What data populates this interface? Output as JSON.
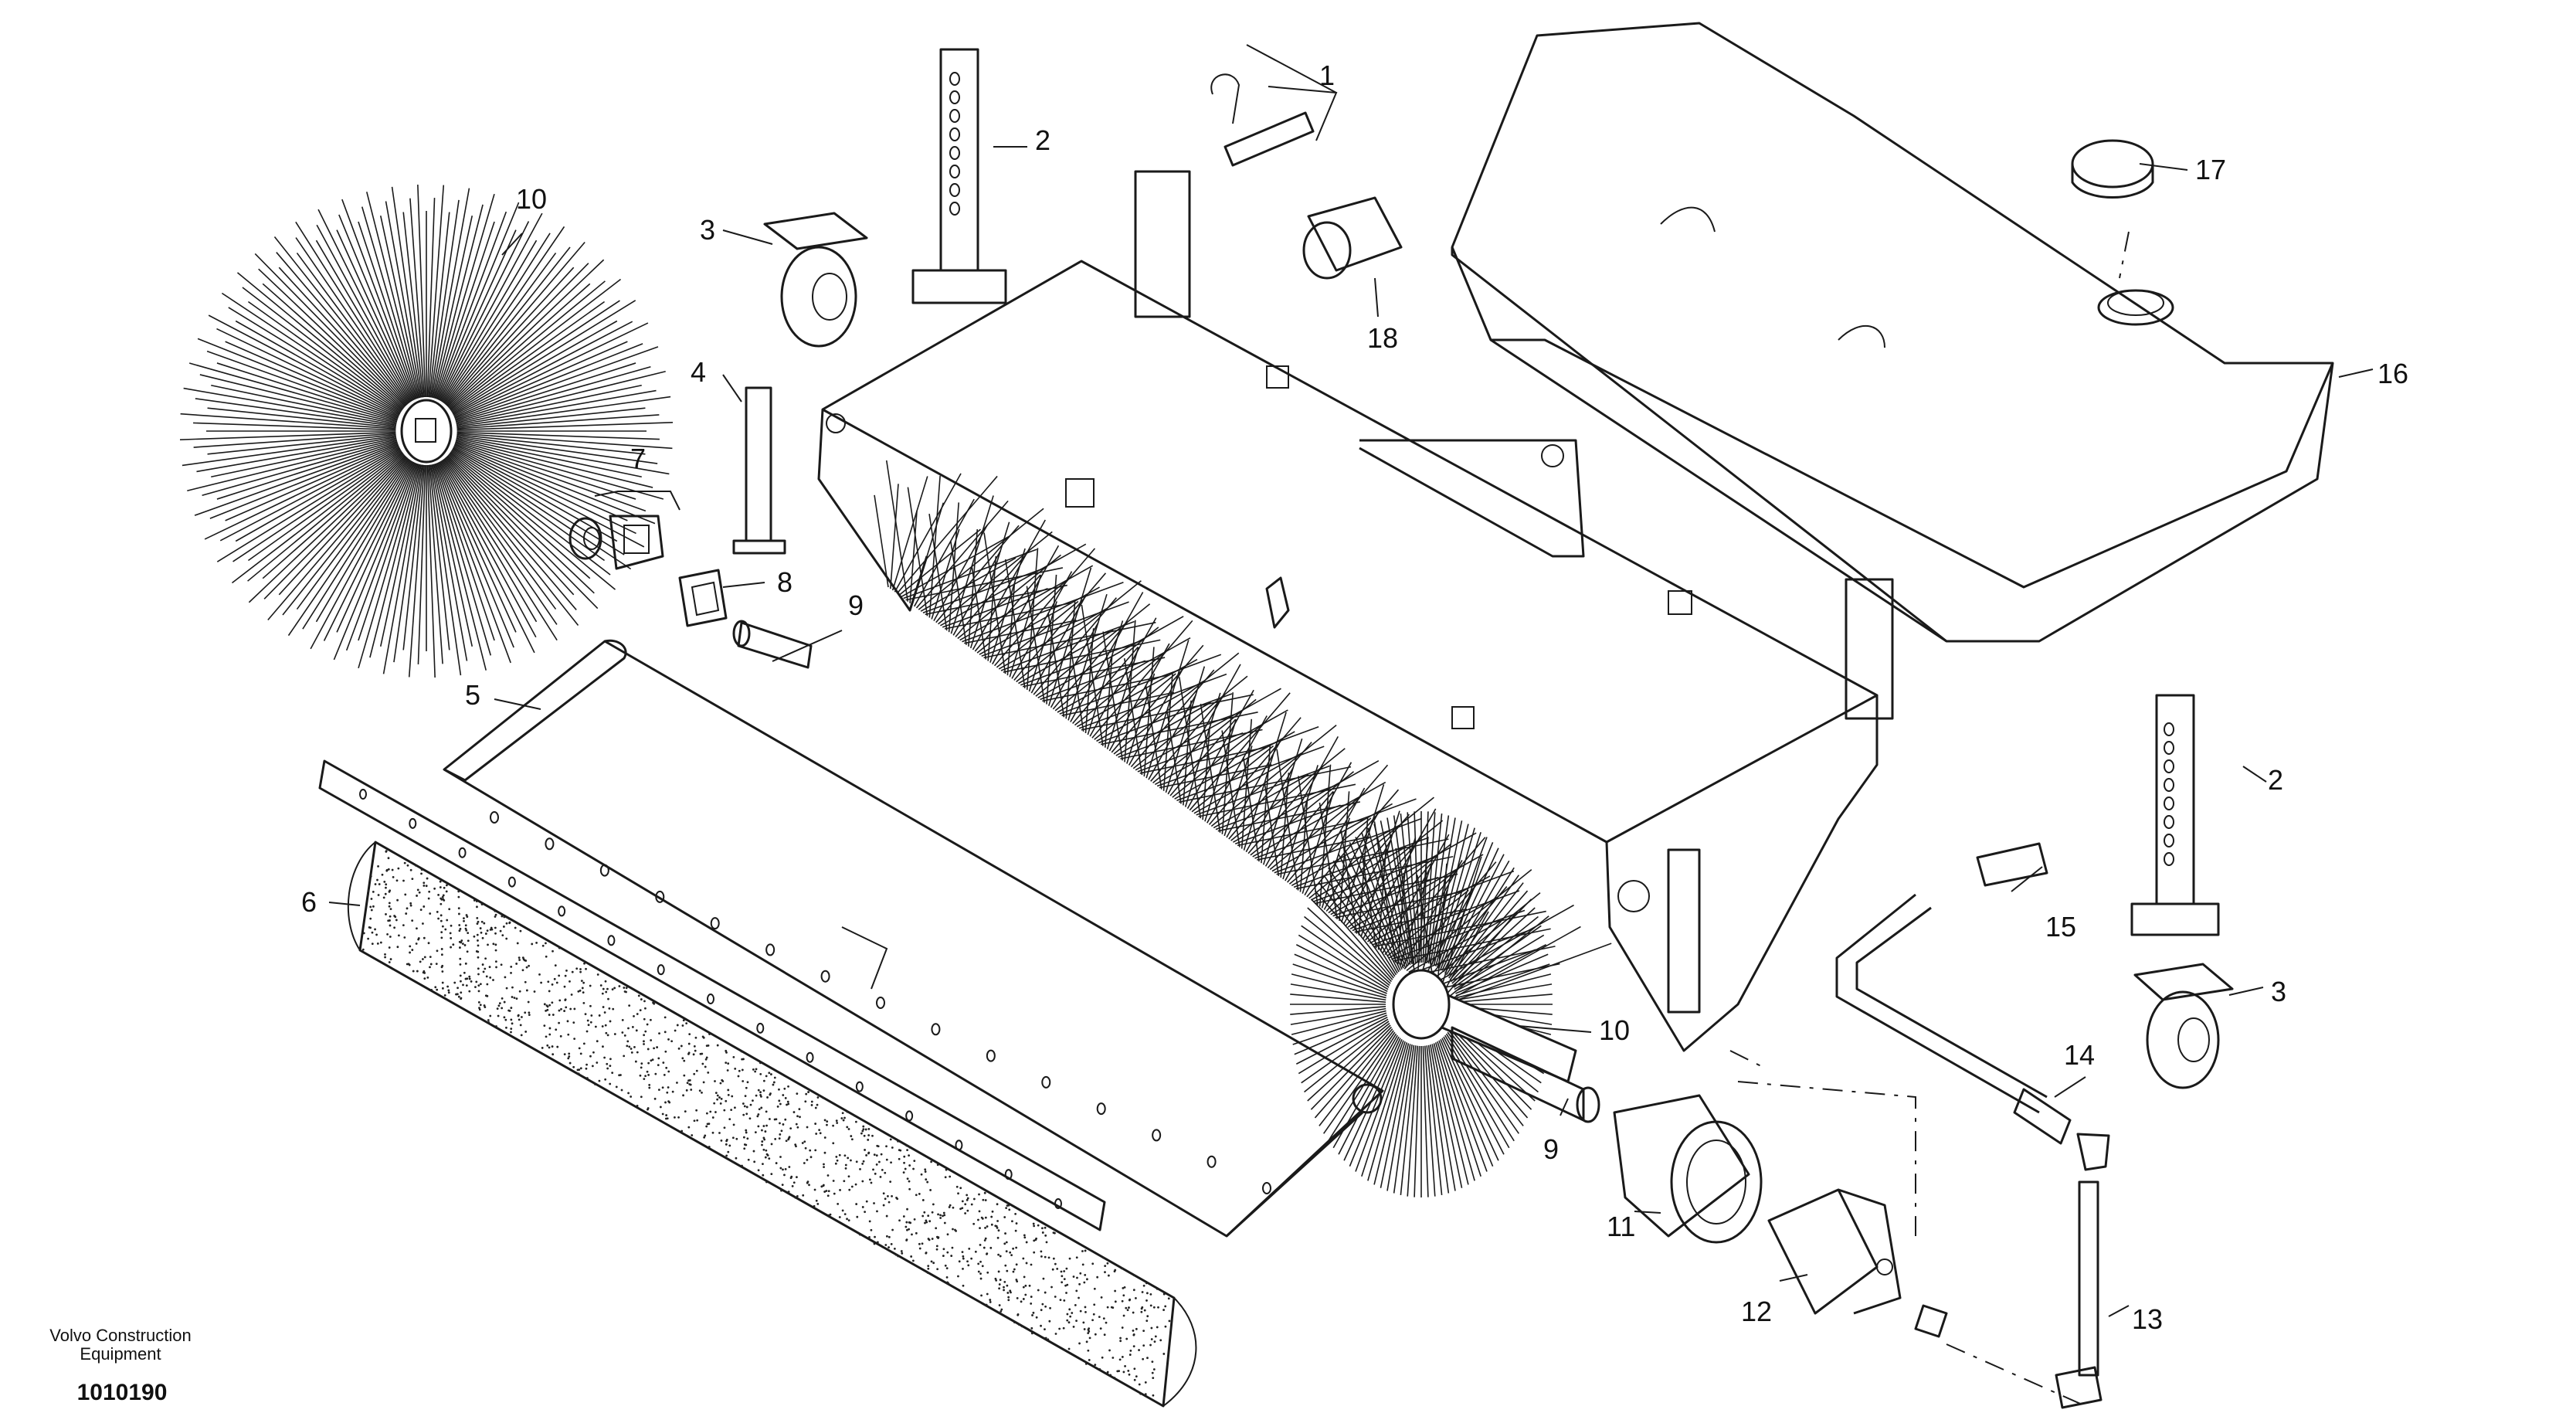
{
  "diagram": {
    "callouts": [
      {
        "id": "c1",
        "label": "1"
      },
      {
        "id": "c2a",
        "label": "2"
      },
      {
        "id": "c2b",
        "label": "2"
      },
      {
        "id": "c3a",
        "label": "3"
      },
      {
        "id": "c3b",
        "label": "3"
      },
      {
        "id": "c4",
        "label": "4"
      },
      {
        "id": "c5",
        "label": "5"
      },
      {
        "id": "c6",
        "label": "6"
      },
      {
        "id": "c7",
        "label": "7"
      },
      {
        "id": "c8",
        "label": "8"
      },
      {
        "id": "c9a",
        "label": "9"
      },
      {
        "id": "c9b",
        "label": "9"
      },
      {
        "id": "c10a",
        "label": "10"
      },
      {
        "id": "c10b",
        "label": "10"
      },
      {
        "id": "c11",
        "label": "11"
      },
      {
        "id": "c12",
        "label": "12"
      },
      {
        "id": "c13",
        "label": "13"
      },
      {
        "id": "c14",
        "label": "14"
      },
      {
        "id": "c15",
        "label": "15"
      },
      {
        "id": "c16",
        "label": "16"
      },
      {
        "id": "c17",
        "label": "17"
      },
      {
        "id": "c18",
        "label": "18"
      }
    ]
  },
  "footer": {
    "credit_line1": "Volvo Construction",
    "credit_line2": "Equipment",
    "doc_number": "1010190"
  }
}
